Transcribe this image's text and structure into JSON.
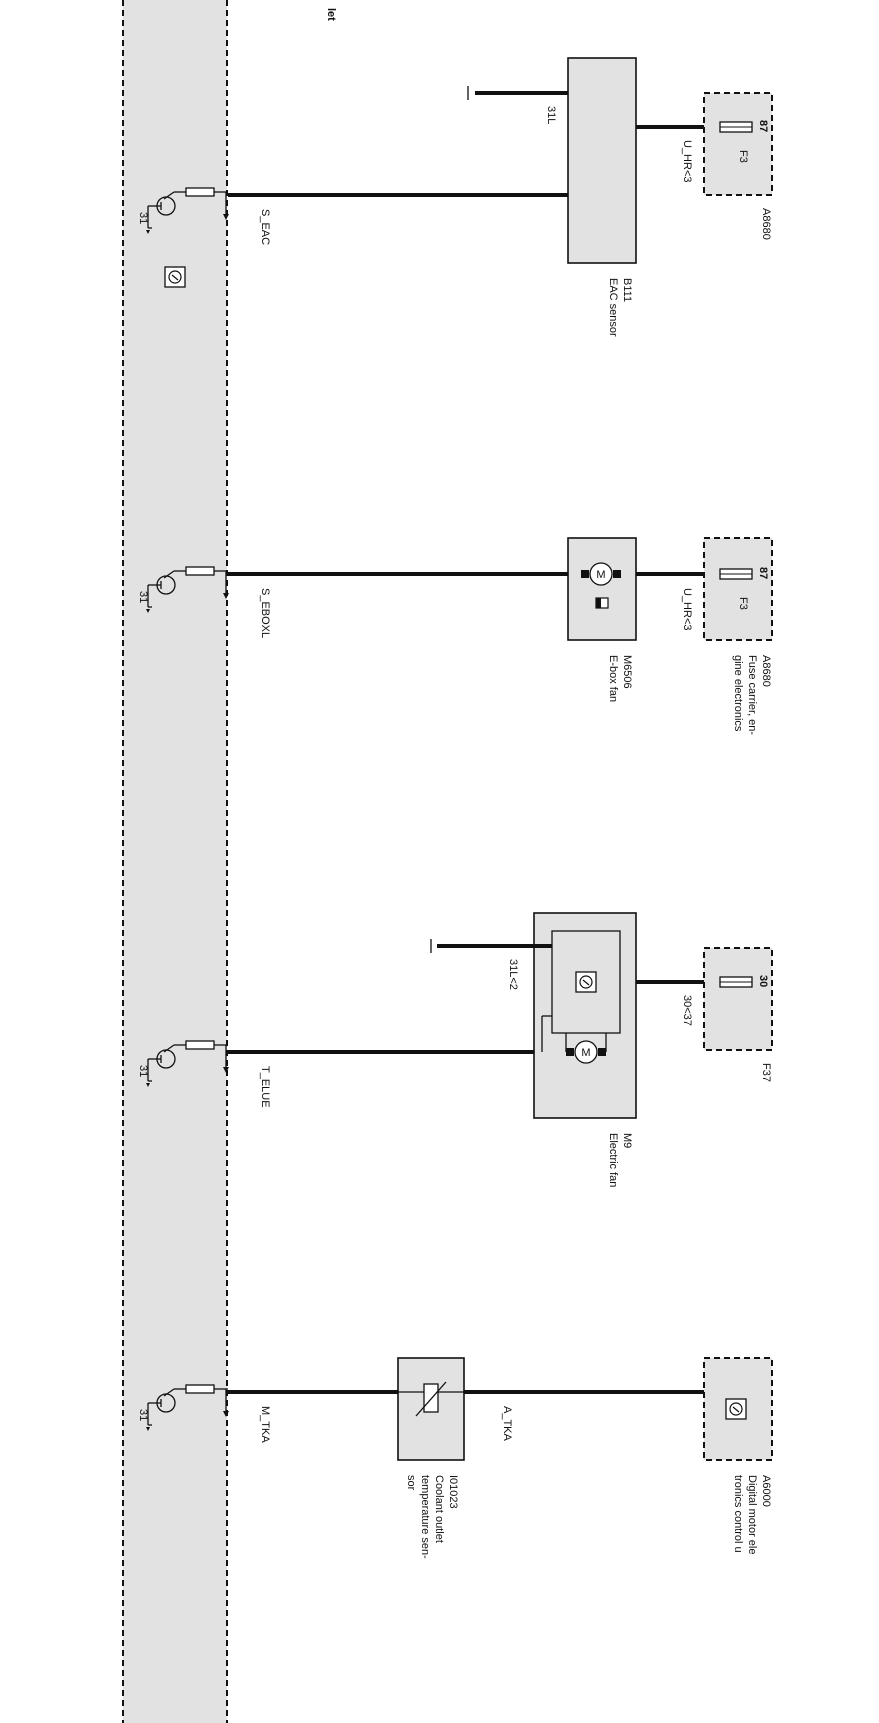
{
  "colors": {
    "panel": "#e2e2e2",
    "ink": "#111111",
    "component_fill": "#e2e2e2"
  },
  "header": {
    "partial_text": "let"
  },
  "circuits": [
    {
      "signal": "S_EAC",
      "ground_pin": "31",
      "component": {
        "id": "B111",
        "name": "EAC sensor"
      },
      "ground_wire": "31L",
      "supply_wire": "U_HR<3",
      "fuse": {
        "id": "F3",
        "pin": "87",
        "carrier_id": "A8680",
        "carrier_name": ""
      }
    },
    {
      "signal": "S_EBOXL",
      "ground_pin": "31",
      "component": {
        "id": "M6506",
        "name": "E-box fan"
      },
      "supply_wire": "U_HR<3",
      "fuse": {
        "id": "F3",
        "pin": "87",
        "carrier_id": "A8680",
        "carrier_name_line1": "Fuse carrier, en-",
        "carrier_name_line2": "gine electronics"
      }
    },
    {
      "signal": "T_ELUE",
      "ground_pin": "31",
      "component": {
        "id": "M9",
        "name": "Electric fan"
      },
      "ground_wire": "31L<2",
      "supply_wire": "30<37",
      "fuse": {
        "pin": "30",
        "id": "F37"
      }
    },
    {
      "signal": "M_TKA",
      "ground_pin": "31",
      "component": {
        "id": "I01023",
        "name_line1": "Coolant outlet",
        "name_line2": "temperature sen-",
        "name_line3": "sor"
      },
      "output_wire": "A_TKA",
      "control_unit": {
        "id": "A6000",
        "name_line1": "Digital motor ele",
        "name_line2": "tronics control u"
      }
    }
  ]
}
